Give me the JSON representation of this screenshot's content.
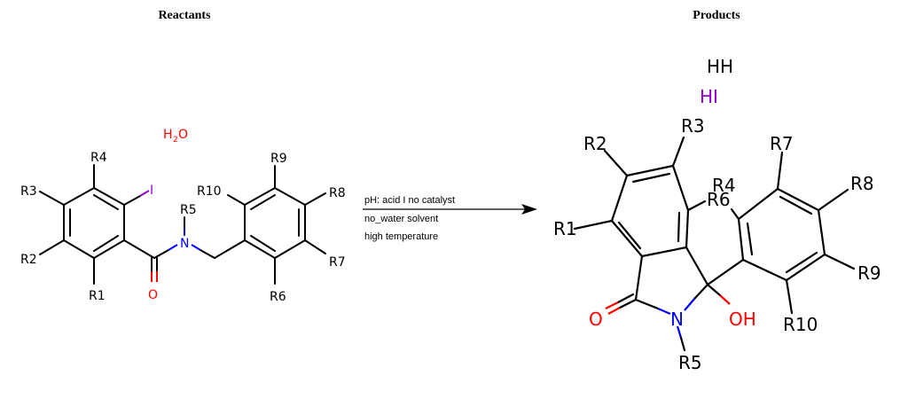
{
  "headers": {
    "reactants": "Reactants",
    "products": "Products"
  },
  "conditions": {
    "line1": "pH: acid I no catalyst",
    "line2": "no_water solvent",
    "line3": "high temperature"
  },
  "reactants": {
    "water": {
      "H": "H",
      "sub": "2",
      "O": "O"
    },
    "amide": {
      "R1": "R1",
      "R2": "R2",
      "R3": "R3",
      "R4": "R4",
      "R5": "R5",
      "R6": "R6",
      "R7": "R7",
      "R8": "R8",
      "R9": "R9",
      "R10": "R10",
      "I": "I",
      "N": "N",
      "O": "O"
    }
  },
  "products": {
    "hh": "HH",
    "hi": "HI",
    "isoindolinone": {
      "R1": "R1",
      "R2": "R2",
      "R3": "R3",
      "R4": "R4",
      "R5": "R5",
      "R6": "R6",
      "R7": "R7",
      "R8": "R8",
      "R9": "R9",
      "R10": "R10",
      "N": "N",
      "O": "O",
      "OH": "OH"
    }
  },
  "colors": {
    "oxygen": "#ff0000",
    "nitrogen": "#0000ff",
    "iodine": "#9400d3",
    "bond": "#000000"
  }
}
